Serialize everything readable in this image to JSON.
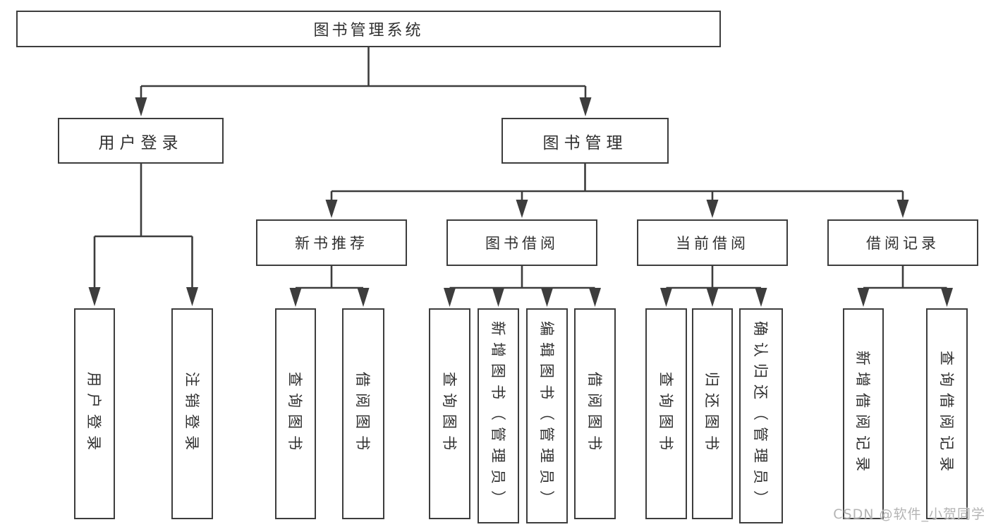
{
  "colors": {
    "line": "#3d3d3d",
    "text": "#303030",
    "background": "#ffffff",
    "watermark": "#b4b4b4"
  },
  "root": {
    "label": "图书管理系统"
  },
  "branches": {
    "user_login": {
      "label": "用户登录"
    },
    "book_management": {
      "label": "图书管理"
    }
  },
  "modules": {
    "new_book_recommend": {
      "label": "新书推荐"
    },
    "book_borrow": {
      "label": "图书借阅"
    },
    "current_borrow": {
      "label": "当前借阅"
    },
    "borrow_records": {
      "label": "借阅记录"
    }
  },
  "functions": {
    "user_login": {
      "label": "用户登录"
    },
    "logout": {
      "label": "注销登录"
    },
    "nb_query_books": {
      "label": "查询图书"
    },
    "nb_borrow_books": {
      "label": "借阅图书"
    },
    "bb_query_books": {
      "label": "查询图书"
    },
    "bb_add_books": {
      "label": "新增图书（管理员）"
    },
    "bb_edit_books": {
      "label": "编辑图书（管理员）"
    },
    "bb_borrow_books": {
      "label": "借阅图书"
    },
    "cb_query_books": {
      "label": "查询图书"
    },
    "cb_return_books": {
      "label": "归还图书"
    },
    "cb_confirm_return": {
      "label": "确认归还（管理员）"
    },
    "br_add_record": {
      "label": "新增借阅记录"
    },
    "br_query_record": {
      "label": "查询借阅记录"
    }
  },
  "watermark": {
    "text": "CSDN @软件_小贺同学"
  }
}
